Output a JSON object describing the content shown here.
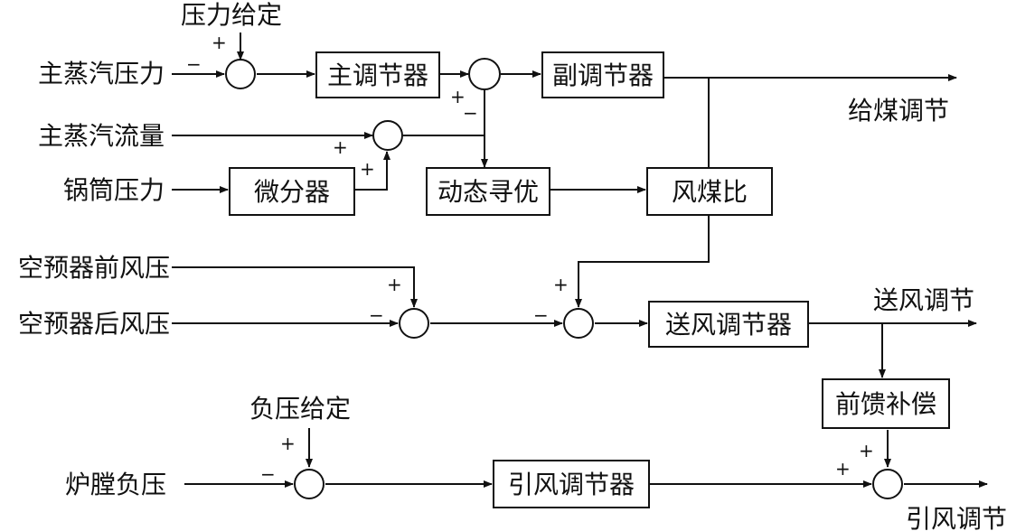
{
  "blocks": {
    "main_regulator": "主调节器",
    "sub_regulator": "副调节器",
    "differentiator": "微分器",
    "dynamic_optimizer": "动态寻优",
    "air_coal_ratio": "风煤比",
    "fd_regulator": "送风调节器",
    "feedforward": "前馈补偿",
    "id_regulator": "引风调节器"
  },
  "inputs": {
    "pressure_setpoint": "压力给定",
    "main_steam_pressure": "主蒸汽压力",
    "main_steam_flow": "主蒸汽流量",
    "drum_pressure": "锅筒压力",
    "preheater_front_pressure": "空预器前风压",
    "preheater_rear_pressure": "空预器后风压",
    "negative_pressure_setpoint": "负压给定",
    "furnace_negative_pressure": "炉膛负压"
  },
  "outputs": {
    "coal_feed": "给煤调节",
    "fd_output": "送风调节",
    "id_output": "引风调节"
  },
  "signs": {
    "plus": "+",
    "minus": "−"
  }
}
